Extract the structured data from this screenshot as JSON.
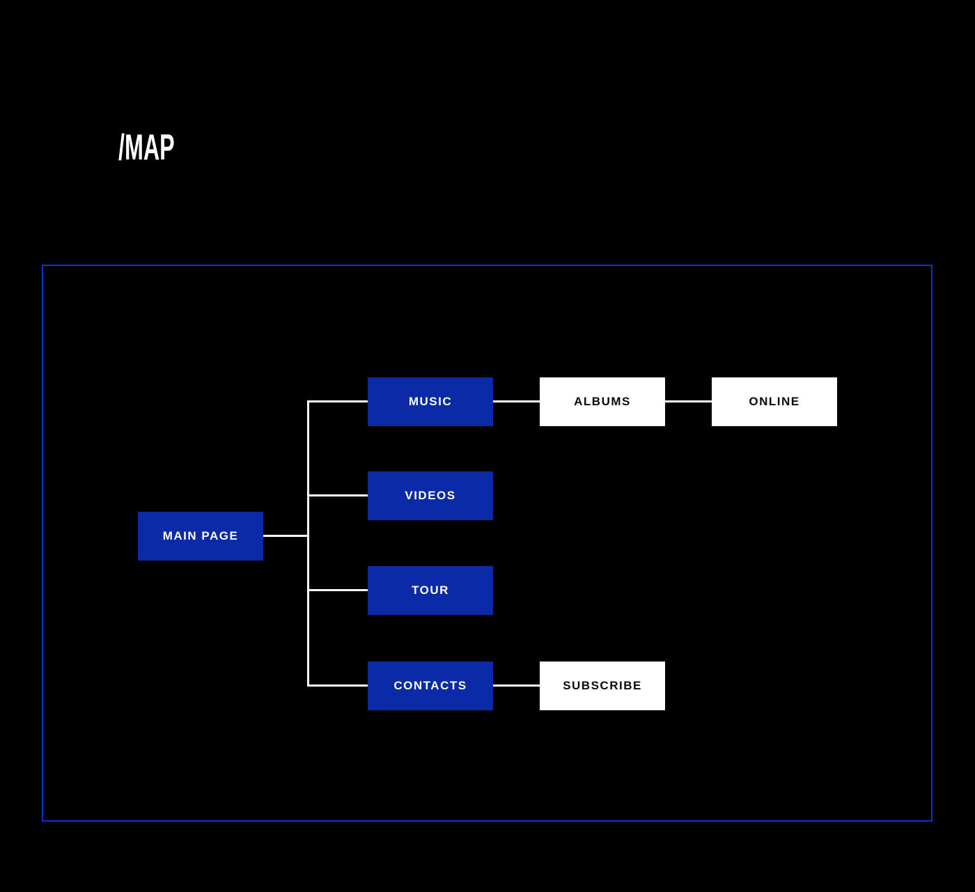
{
  "page": {
    "title": "/MAP",
    "background_color": "#000000"
  },
  "diagram": {
    "frame_border_color": "#0435d6",
    "connector_color": "#ffffff",
    "node_colors": {
      "primary_fill": "#0b2aa5",
      "primary_text": "#ffffff",
      "secondary_fill": "#ffffff",
      "secondary_text": "#0a0a0a"
    },
    "nodes": [
      {
        "id": "main-page",
        "label": "MAIN PAGE",
        "variant": "primary"
      },
      {
        "id": "music",
        "label": "MUSIC",
        "variant": "primary"
      },
      {
        "id": "videos",
        "label": "VIDEOS",
        "variant": "primary"
      },
      {
        "id": "tour",
        "label": "TOUR",
        "variant": "primary"
      },
      {
        "id": "contacts",
        "label": "CONTACTS",
        "variant": "primary"
      },
      {
        "id": "albums",
        "label": "ALBUMS",
        "variant": "secondary"
      },
      {
        "id": "online",
        "label": "ONLINE",
        "variant": "secondary"
      },
      {
        "id": "subscribe",
        "label": "SUBSCRIBE",
        "variant": "secondary"
      }
    ],
    "edges": [
      {
        "from": "main-page",
        "to": "music"
      },
      {
        "from": "main-page",
        "to": "videos"
      },
      {
        "from": "main-page",
        "to": "tour"
      },
      {
        "from": "main-page",
        "to": "contacts"
      },
      {
        "from": "music",
        "to": "albums"
      },
      {
        "from": "albums",
        "to": "online"
      },
      {
        "from": "contacts",
        "to": "subscribe"
      }
    ]
  }
}
